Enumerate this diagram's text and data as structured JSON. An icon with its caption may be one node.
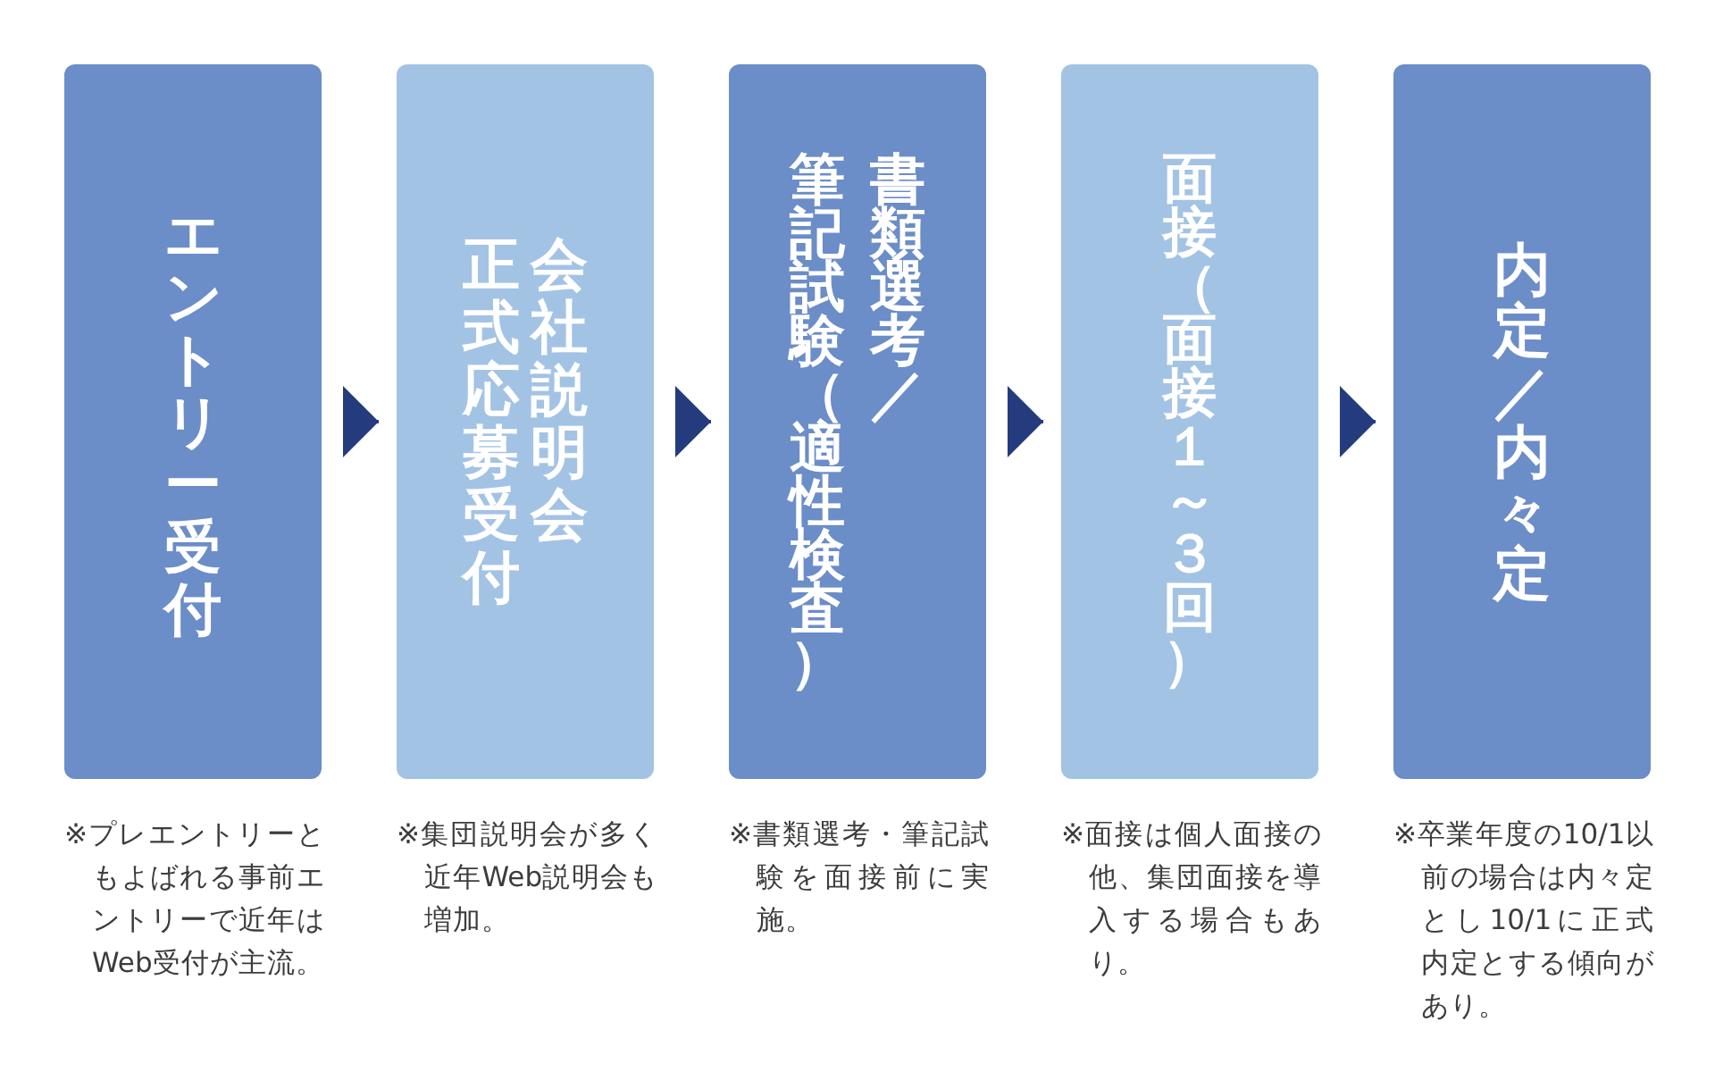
{
  "diagram": {
    "nodes": [
      {
        "text": [
          "エントリー受付"
        ],
        "beside": [
          "※プレエントリーともよばれる事前エントリーで近年はWeb受付が主流。"
        ]
      },
      {
        "text": [
          "会社説明会正式応募受付"
        ],
        "beside": [
          "※集団説明会が多く近年Web説明会も増加。"
        ]
      },
      {
        "text": [
          "書類選考／筆記試験（適性検査）"
        ],
        "beside": [
          "※書類選考・筆記試験を面接前に実施。"
        ]
      },
      {
        "text": [
          "面接（面接１～３回）"
        ],
        "beside": [
          "※面接は個人面接の他、集団面接を導入する場合もあり。"
        ]
      },
      {
        "text": [
          "内定／内々定"
        ],
        "beside": [
          "※卒業年度の10/1以前の場合は内々定とし10/1に正式内定とする傾向があり。"
        ]
      }
    ],
    "edges": [
      {
        "from": 0,
        "to": 1,
        "arrow": "to"
      },
      {
        "from": 1,
        "to": 2,
        "arrow": "to"
      },
      {
        "from": 2,
        "to": 3,
        "arrow": "to"
      },
      {
        "from": 3,
        "to": 4,
        "arrow": "to"
      }
    ]
  }
}
